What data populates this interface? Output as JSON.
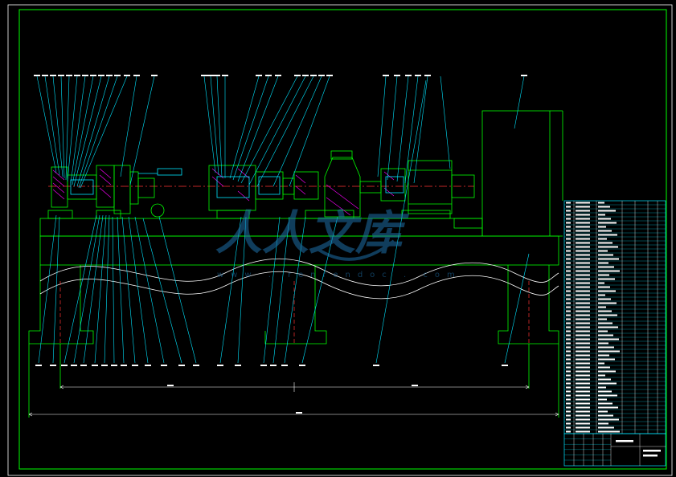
{
  "drawing": {
    "watermark_text": "人人文库",
    "watermark_sub": "www . renrendoc . com",
    "dim_total": "",
    "dim_left_span": "",
    "dim_right_span": ""
  },
  "colors": {
    "background": "#000000",
    "frame": "#00ff00",
    "geometry": "#00ff00",
    "leader": "#00e5ff",
    "hatch": "#ff00ff",
    "centerline": "#ff3333",
    "text": "#ffffff",
    "break_line": "#ffffff",
    "watermark": "#1e6fa8"
  },
  "icons": {
    "title_block": "table-grid",
    "parts_list": "table-grid"
  }
}
